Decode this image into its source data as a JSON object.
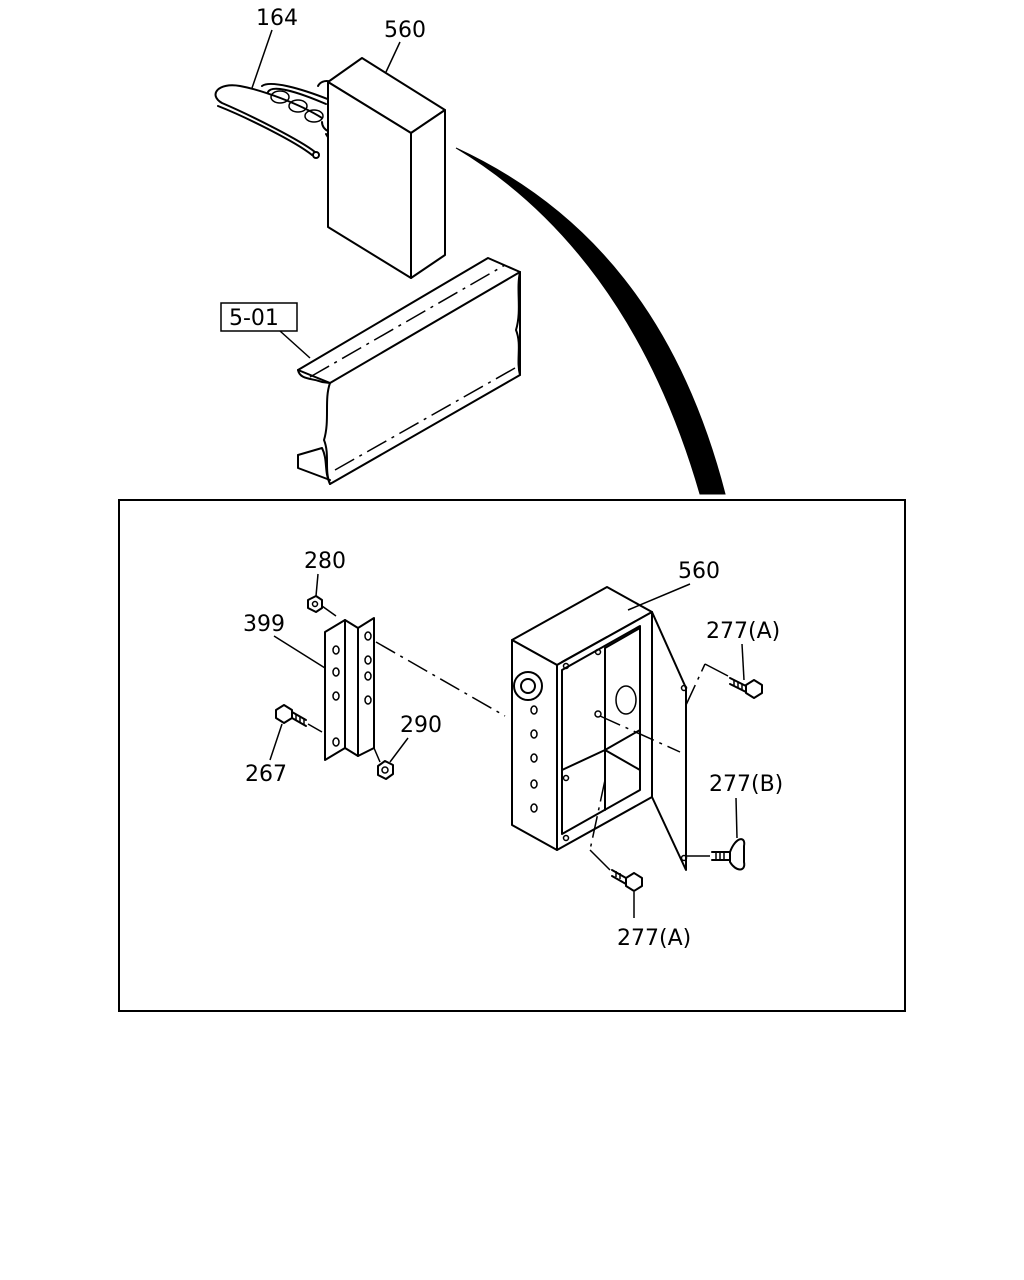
{
  "callouts": {
    "wire_harness": "164",
    "box_top": "560",
    "frame_ref": "5-01",
    "nut_top": "280",
    "bracket": "399",
    "bolt_left": "267",
    "nut_bottom": "290",
    "box_detail": "560",
    "bolt_a_top": "277(A)",
    "wing_bolt_b": "277(B)",
    "bolt_a_bottom": "277(A)"
  }
}
